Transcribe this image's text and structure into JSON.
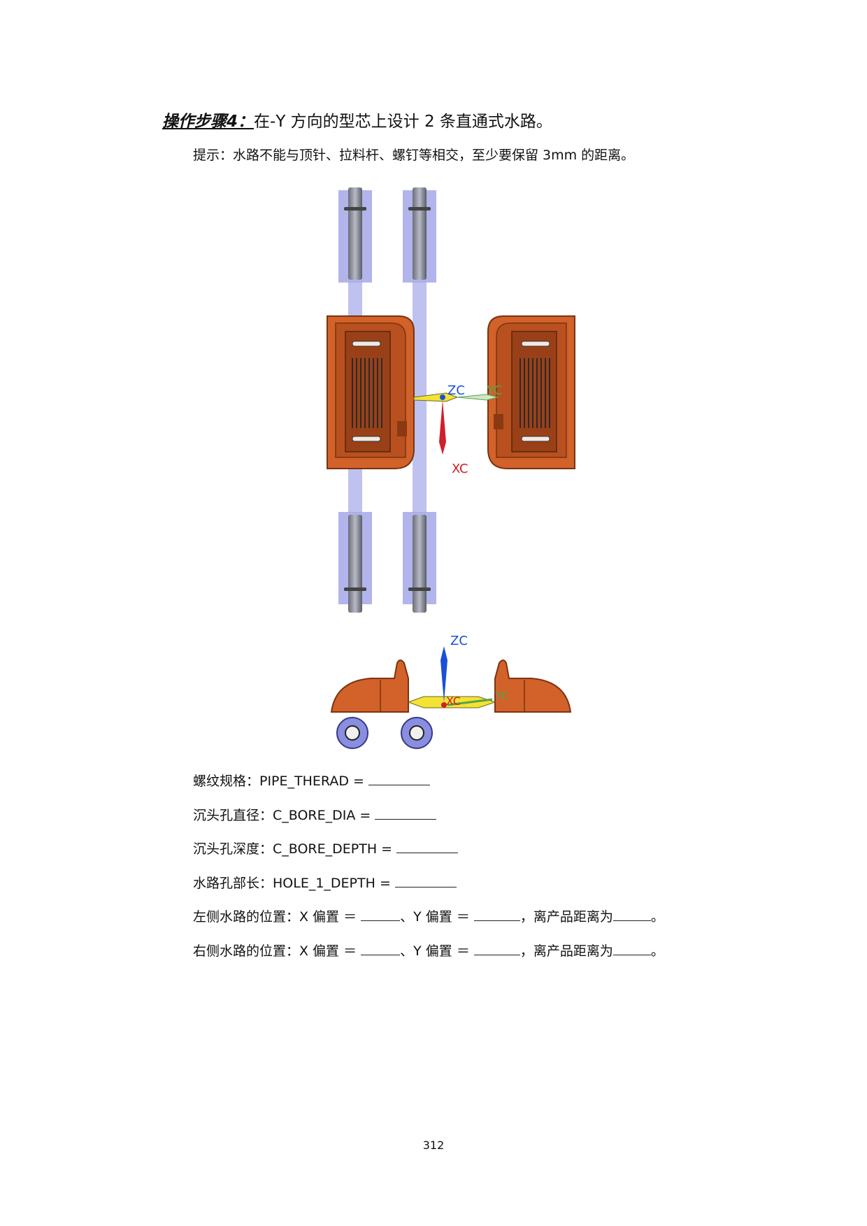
{
  "step": {
    "label": "操作步骤4：",
    "text": "在-Y 方向的型芯上设计 2 条直通式水路。"
  },
  "hint": "提示：水路不能与顶针、拉料杆、螺钉等相交，至少要保留 3mm 的距离。",
  "figure_top": {
    "axis_labels": {
      "zc": "ZC",
      "yc": "YC",
      "xc": "XC"
    }
  },
  "figure_side": {
    "axis_labels": {
      "zc": "ZC",
      "xc": "XC",
      "yc": "YC"
    }
  },
  "fields": [
    {
      "label": "螺纹规格：PIPE_THERAD = "
    },
    {
      "label": "沉头孔直径：C_BORE_DIA = "
    },
    {
      "label": "沉头孔深度：C_BORE_DEPTH = "
    },
    {
      "label": "水路孔部长：HOLE_1_DEPTH = "
    }
  ],
  "positions": [
    {
      "label": "左侧水路的位置：X 偏置 ＝ ",
      "sep": "、Y 偏置 ＝ ",
      "suffix": "，离产品距离为",
      "end": "。"
    },
    {
      "label": "右侧水路的位置：X 偏置 ＝ ",
      "sep": "、Y 偏置 ＝ ",
      "suffix": "，离产品距离为",
      "end": "。"
    }
  ],
  "page_number": "312",
  "colors": {
    "orange": "#d2612a",
    "pin_blue": "#a4a8e8",
    "water_yellow": "#f4e234",
    "axis_red": "#d0202a",
    "axis_blue": "#1a4fd8",
    "axis_green": "#5aa24a"
  }
}
